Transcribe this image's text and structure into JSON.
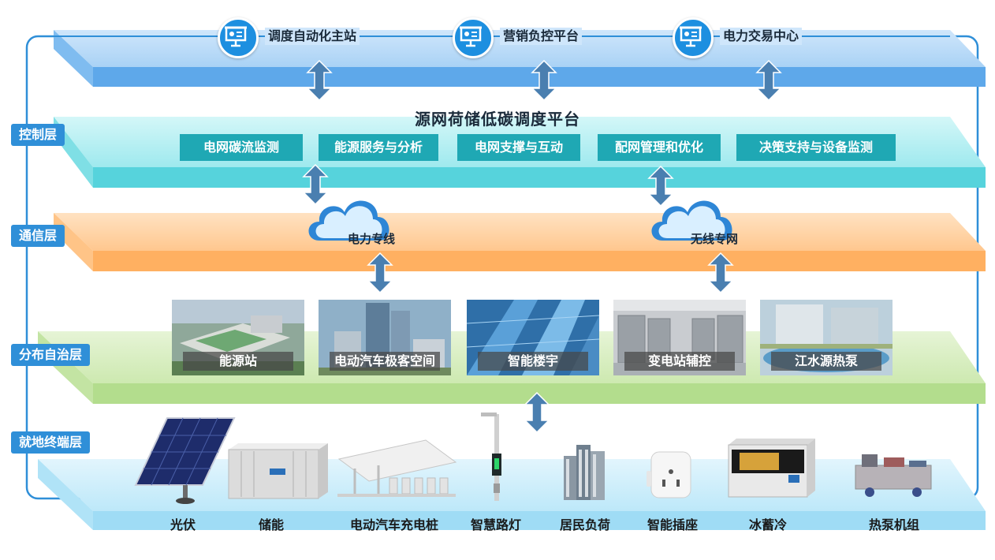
{
  "layers": [
    {
      "id": "control",
      "label": "控制层"
    },
    {
      "id": "communication",
      "label": "通信层"
    },
    {
      "id": "distributed",
      "label": "分布自治层"
    },
    {
      "id": "terminal",
      "label": "就地终端层"
    }
  ],
  "top_systems": [
    "调度自动化主站",
    "营销负控平台",
    "电力交易中心"
  ],
  "platform": {
    "title": "源网荷储低碳调度平台",
    "modules": [
      "电网碳流监测",
      "能源服务与分析",
      "电网支撑与互动",
      "配网管理和优化",
      "决策支持与设备监测"
    ]
  },
  "communication": [
    "电力专线",
    "无线专网"
  ],
  "distributed_units": [
    "能源站",
    "电动汽车极客空间",
    "智能楼宇",
    "变电站辅控",
    "江水源热泵"
  ],
  "terminals": [
    "光伏",
    "储能",
    "电动汽车充电桩",
    "智慧路灯",
    "居民负荷",
    "智能插座",
    "冰蓄冷",
    "热泵机组"
  ],
  "icons": {
    "system": "presentation-board-icon",
    "cloud": "cloud-icon",
    "arrow": "double-arrow-icon"
  },
  "colors": {
    "top_band": "#8fc3f2",
    "control_band": "#8ee6ec",
    "comm_band": "#ffc07a",
    "distributed_band": "#c6e6a4",
    "terminal_band": "#aee2f7",
    "label_bg": "#2f8fd8",
    "module_bg": "#1fa8b4",
    "arrow": "#4a7fb0"
  }
}
